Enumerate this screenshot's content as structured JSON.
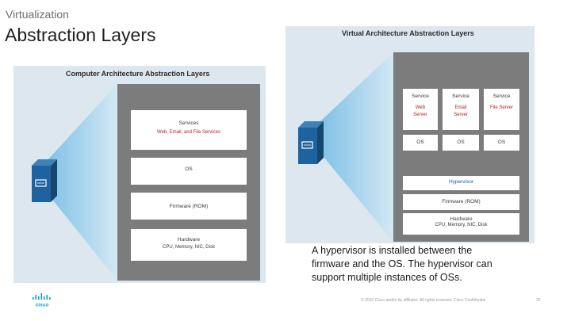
{
  "header": {
    "subtitle": "Virtualization",
    "title": "Abstraction Layers"
  },
  "left_diagram": {
    "title": "Computer Architecture Abstraction Layers",
    "layers": [
      {
        "name": "Services",
        "detail": "Web, Email, and File Services"
      },
      {
        "name": "OS"
      },
      {
        "name": "Firmware (ROM)"
      },
      {
        "name": "Hardware",
        "detail": "CPU, Memory, NIC, Disk"
      }
    ]
  },
  "right_diagram": {
    "title": "Virtual Architecture Abstraction Layers",
    "services": [
      {
        "label": "Service",
        "detail": "Web Server"
      },
      {
        "label": "Service",
        "detail": "Email Server"
      },
      {
        "label": "Service",
        "detail": "File Server"
      }
    ],
    "os_labels": [
      "OS",
      "OS",
      "OS"
    ],
    "hypervisor": "Hypervisor",
    "firmware": "Firmware (ROM)",
    "hardware": {
      "name": "Hardware",
      "detail": "CPU, Memory, NIC, Disk"
    }
  },
  "caption": "A hypervisor is installed between the firmware and the OS. The hypervisor can support multiple instances of OSs.",
  "footer": {
    "copyright": "© 2016 Cisco and/or its affiliates. All rights reserved. Cisco Confidential",
    "page_number": "25",
    "logo_text": "cisco"
  },
  "colors": {
    "accent_blue": "#1c56b3",
    "stack_gray": "#7c7c7c",
    "panel_bg": "#dde7ef",
    "server_blue": "#1e5d8c"
  }
}
